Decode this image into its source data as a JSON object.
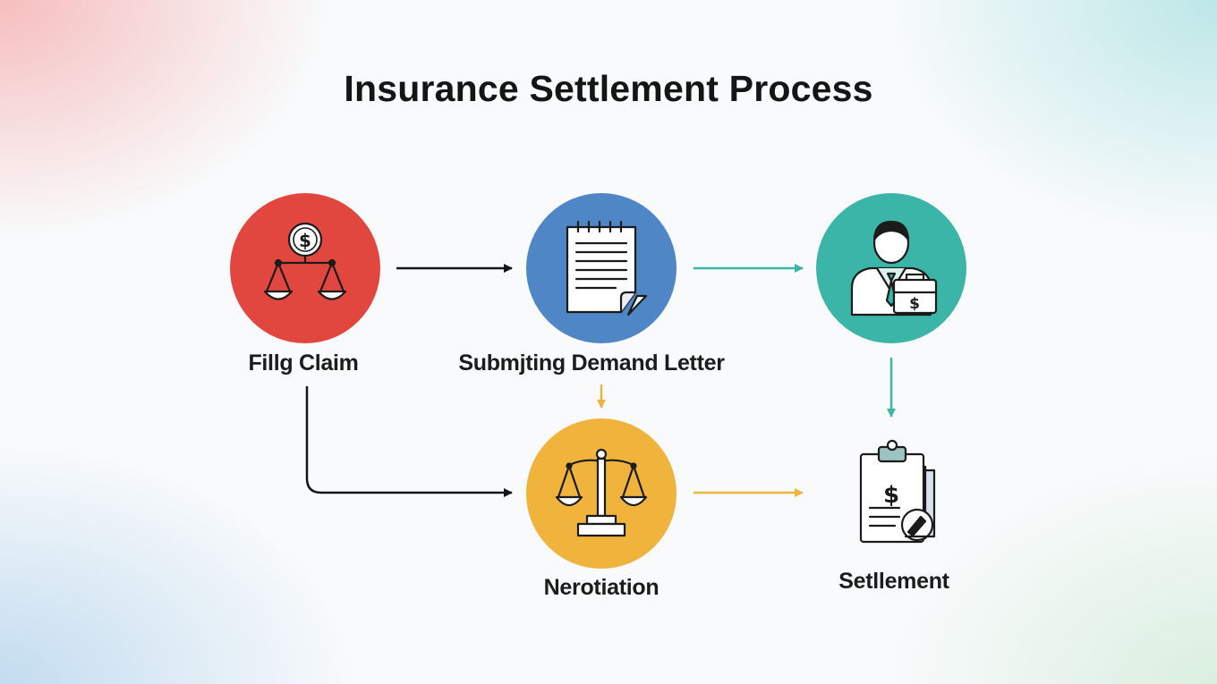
{
  "title": "Insurance Settlement Process",
  "colors": {
    "filing": "#e2473f",
    "demand": "#4f86c6",
    "adjuster": "#3bb5a8",
    "negotiation": "#f0b43c",
    "arrow_black": "#151515",
    "arrow_teal": "#3bb5a8",
    "arrow_gold": "#f0b43c"
  },
  "nodes": [
    {
      "id": "filing",
      "label": "Fillg Claim",
      "icon": "scales-dollar-icon"
    },
    {
      "id": "demand",
      "label": "Submjting Demand Letter",
      "icon": "document-icon"
    },
    {
      "id": "adjuster",
      "label": "",
      "icon": "adjuster-briefcase-icon"
    },
    {
      "id": "negotiation",
      "label": "Nerotiation",
      "icon": "scales-icon"
    },
    {
      "id": "settlement",
      "label": "Setllement",
      "icon": "clipboard-dollar-icon"
    }
  ],
  "edges": [
    {
      "from": "filing",
      "to": "demand"
    },
    {
      "from": "demand",
      "to": "adjuster"
    },
    {
      "from": "demand",
      "to": "negotiation"
    },
    {
      "from": "adjuster",
      "to": "settlement"
    },
    {
      "from": "filing",
      "to": "negotiation"
    },
    {
      "from": "negotiation",
      "to": "settlement"
    }
  ]
}
